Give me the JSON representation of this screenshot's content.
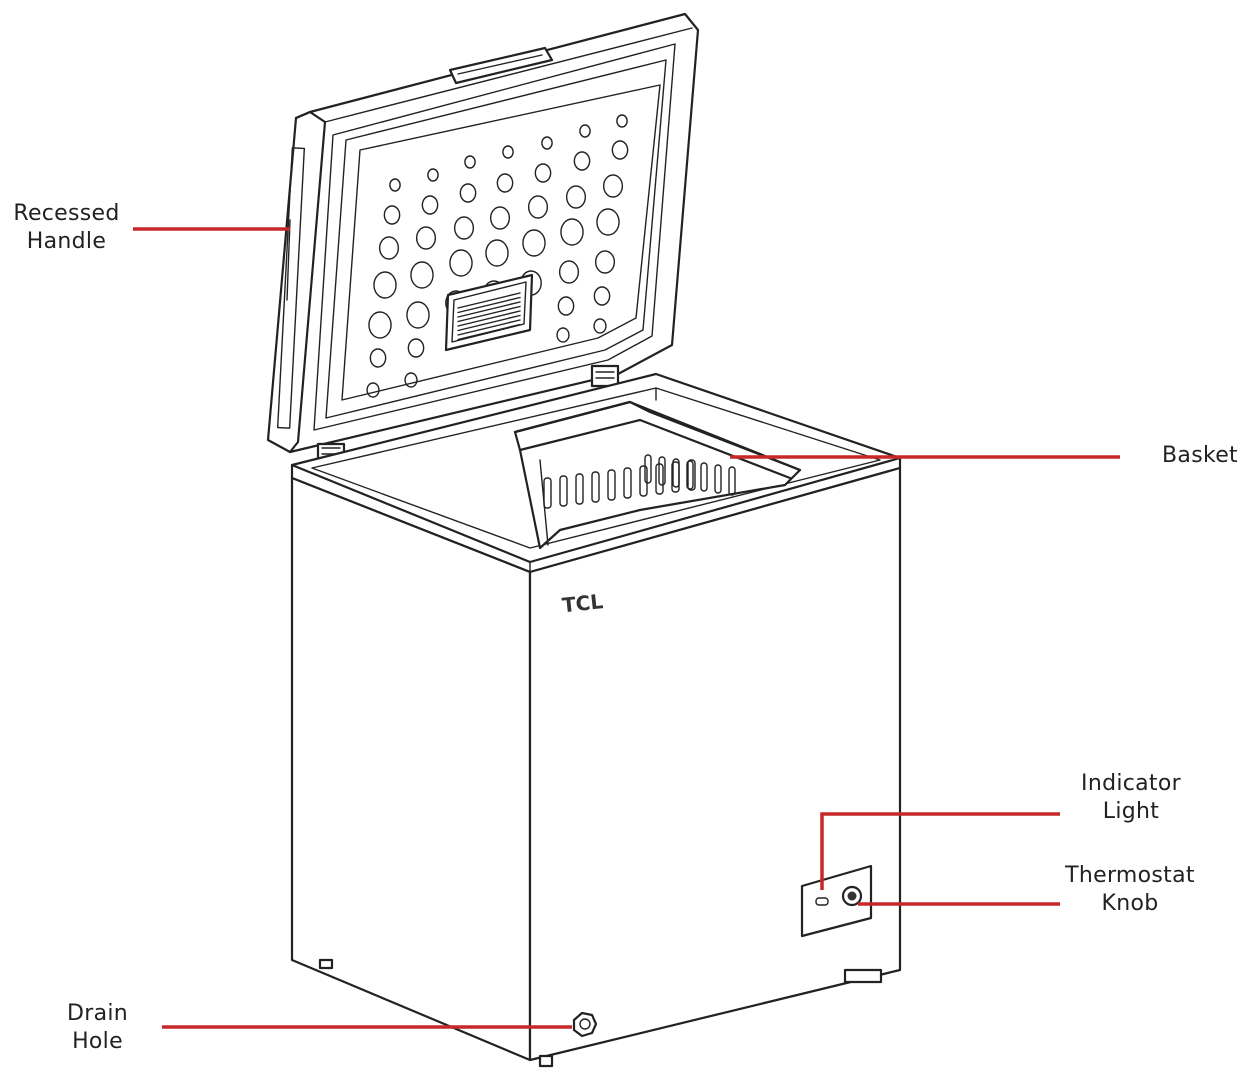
{
  "brand": "TCL",
  "callouts": {
    "recessed_handle": {
      "line1": "Recessed",
      "line2": "Handle"
    },
    "basket": {
      "line1": "Basket"
    },
    "indicator_light": {
      "line1": "Indicator",
      "line2": "Light"
    },
    "thermostat_knob": {
      "line1": "Thermostat",
      "line2": "Knob"
    },
    "drain_hole": {
      "line1": "Drain",
      "line2": "Hole"
    }
  },
  "colors": {
    "leader": "#c62828",
    "ink": "#222222"
  }
}
